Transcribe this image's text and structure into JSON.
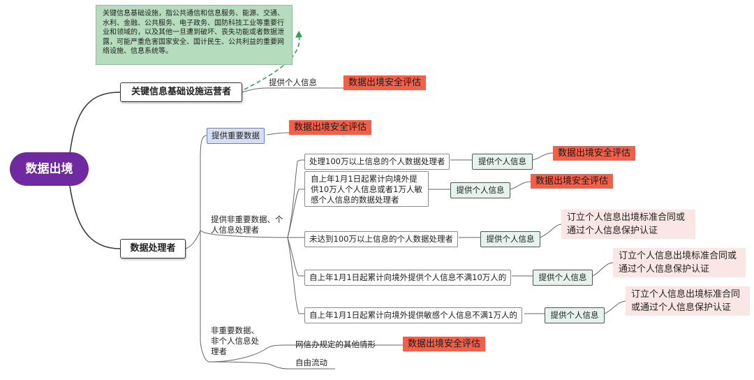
{
  "root": "数据出境",
  "cii_operator": {
    "label": "关键信息基础设施运营者",
    "note": "关键信息基础设施，指公共通信和信息服务、能源、交通、水利、金融、公共服务、电子政务、国防科技工业等重要行业和领域的，以及其他一旦遭到破坏、丧失功能或者数据泄露，可能严重危害国家安全、国计民生、公共利益的重要网络设施、信息系统等。",
    "action": "提供个人信息",
    "outcome": "数据出境安全评估"
  },
  "data_processor": {
    "label": "数据处理者",
    "important": {
      "label": "提供重要数据",
      "outcome": "数据出境安全评估"
    },
    "non_important": {
      "label": "提供非重要数据、个人信息处理者",
      "cases": [
        {
          "condition": "处理100万以上信息的个人数据处理者",
          "action": "提供个人信息",
          "outcome": "数据出境安全评估"
        },
        {
          "condition": "自上年1月1日起累计向境外提供10万人个人信息或者1万人敏感个人信息的数据处理者",
          "action": "提供个人信息",
          "outcome": "数据出境安全评估"
        },
        {
          "condition": "未达到100万以上信息的个人数据处理者",
          "action": "提供个人信息",
          "outcome": "订立个人信息出境标准合同或通过个人信息保护认证"
        },
        {
          "condition": "自上年1月1日起累计向境外提供个人信息不满10万人的",
          "action": "提供个人信息",
          "outcome": "订立个人信息出境标准合同或通过个人信息保护认证"
        },
        {
          "condition": "自上年1月1日起累计向境外提供敏感个人信息不满1万人的",
          "action": "提供个人信息",
          "outcome": "订立个人信息出境标准合同或通过个人信息保护认证"
        }
      ]
    },
    "other": {
      "label": "非重要数据、非个人信息处理者",
      "items": [
        {
          "label": "网信办规定的其他情形",
          "outcome": "数据出境安全评估"
        },
        {
          "label": "自由流动"
        }
      ]
    }
  },
  "colors": {
    "root_fill": "#6f2aa0",
    "assessment_fill": "#f26049",
    "contract_fill": "#fbe6e6",
    "note_fill": "#b5dcbc",
    "important_fill": "#d6def5",
    "action_fill": "#e6f2ec"
  }
}
